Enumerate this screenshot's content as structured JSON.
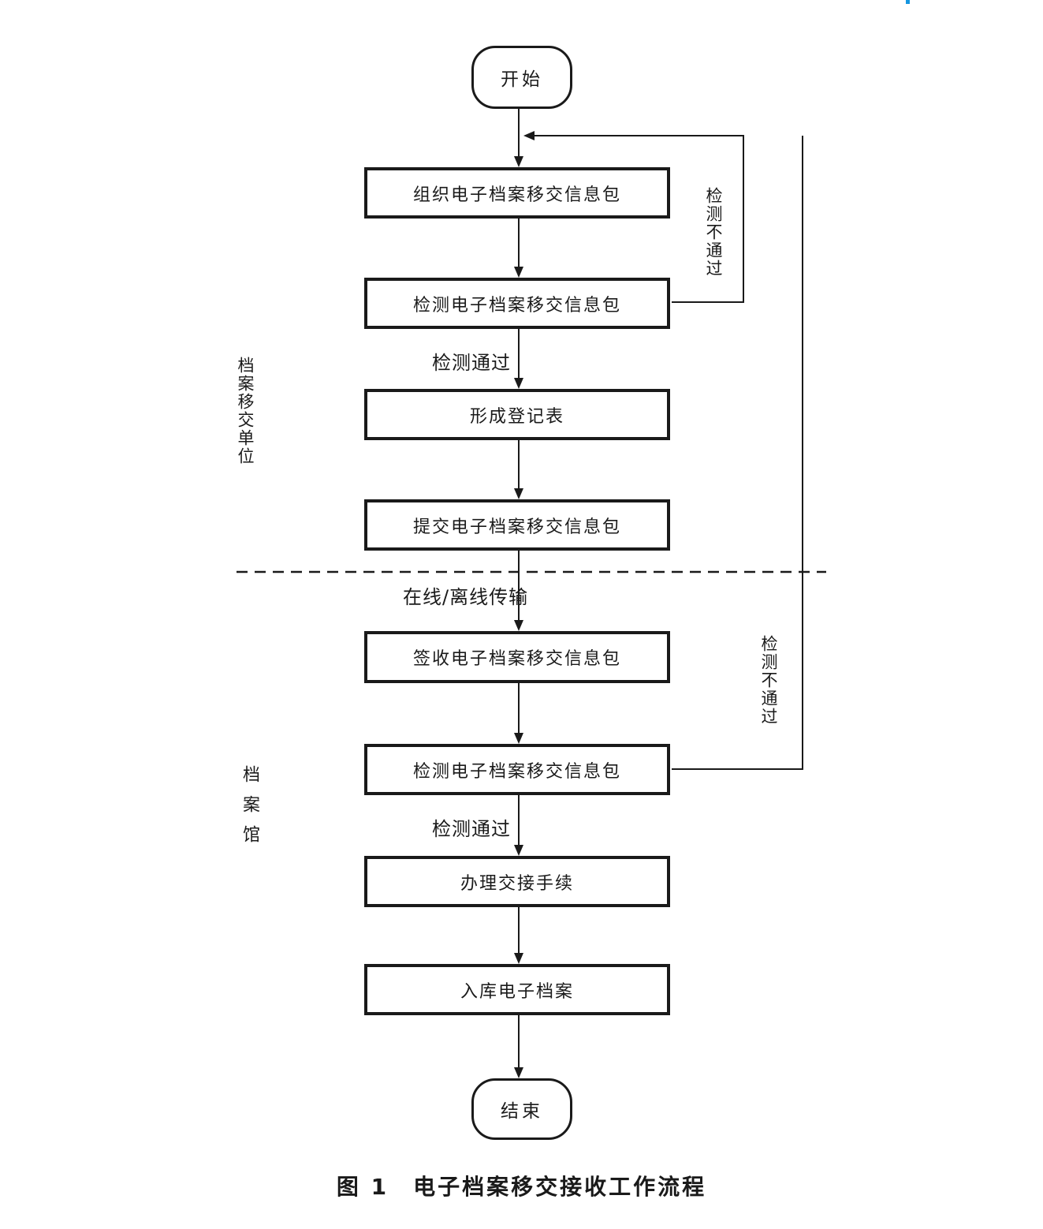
{
  "figure": {
    "caption": "图 1　电子档案移交接收工作流程"
  },
  "lanes": {
    "transfer_unit": "档案移交单位",
    "archive": "档案馆"
  },
  "nodes": {
    "start": "开始",
    "organize_package": "组织电子档案移交信息包",
    "check_package_sender": "检测电子档案移交信息包",
    "form_register": "形成登记表",
    "submit_package": "提交电子档案移交信息包",
    "sign_receive_package": "签收电子档案移交信息包",
    "check_package_archive": "检测电子档案移交信息包",
    "handover_procedure": "办理交接手续",
    "store_archive": "入库电子档案",
    "end": "结束"
  },
  "edge_labels": {
    "check_pass_sender": "检测通过",
    "check_fail_sender": "检测不通过",
    "transfer_mode": "在线/离线传输",
    "check_pass_archive": "检测通过",
    "check_fail_archive": "检测不通过"
  },
  "colors": {
    "line": "#1a1a1a",
    "background": "#ffffff",
    "artifact_mark": "#1596e0"
  }
}
